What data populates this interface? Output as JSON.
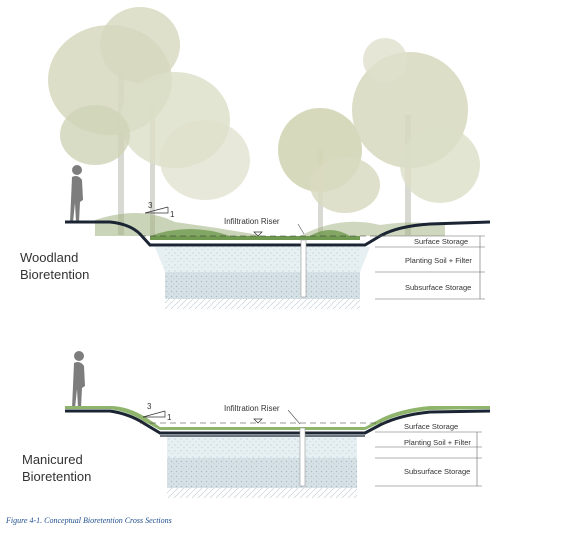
{
  "colors": {
    "tree": "#d6d8be",
    "tree_dark": "#c4c8a4",
    "trunk": "#d9d9d3",
    "ground": "#1b2433",
    "soil": "#e6eff2",
    "storage": "#d6e1e6",
    "grass": "#6f9a4f",
    "person": "#7d7d7d",
    "caption": "#1f4e8c"
  },
  "sections": [
    {
      "id": "woodland",
      "title_line1": "Woodland",
      "title_line2": "Bioretention",
      "slope_rise": "1",
      "slope_run": "3",
      "riser_label": "Infiltration Riser",
      "layers": [
        "Surface Storage",
        "Planting Soil + Filter",
        "Subsurface Storage"
      ]
    },
    {
      "id": "manicured",
      "title_line1": "Manicured",
      "title_line2": "Bioretention",
      "slope_rise": "1",
      "slope_run": "3",
      "riser_label": "Infiltration Riser",
      "layers": [
        "Surface Storage",
        "Planting Soil + Filter",
        "Subsurface Storage"
      ]
    }
  ],
  "caption": "Figure 4-1. Conceptual Bioretention Cross Sections"
}
